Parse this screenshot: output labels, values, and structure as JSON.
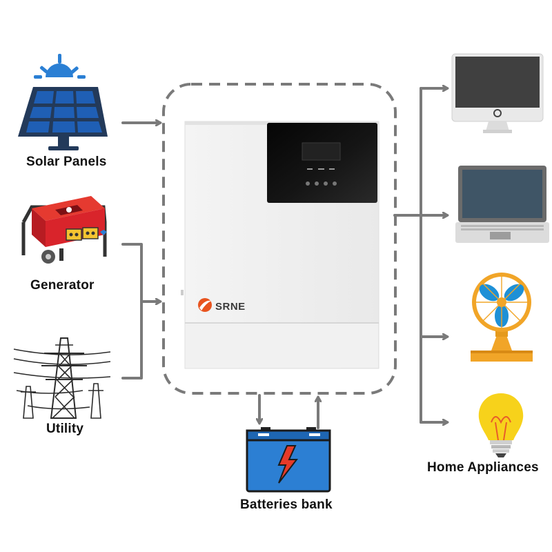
{
  "labels": {
    "solar": "Solar Panels",
    "generator": "Generator",
    "utility": "Utility",
    "battery": "Batteries bank",
    "home": "Home Appliances"
  },
  "inverter": {
    "brand": "SRNE"
  },
  "icons": {
    "solar": "solar-panel-icon",
    "generator": "generator-icon",
    "utility": "power-tower-icon",
    "inverter": "inverter-device",
    "battery": "battery-icon",
    "monitor": "desktop-monitor-icon",
    "laptop": "laptop-icon",
    "fan": "fan-icon",
    "bulb": "light-bulb-icon"
  },
  "colors": {
    "connector": "#7a7a7a",
    "dashed_border": "#7a7a7a",
    "solar_blue": "#1f5fb5",
    "sun_blue": "#2a7fd4",
    "generator_red": "#d9242b",
    "battery_blue": "#2c7fd3",
    "bolt": "#e53a28",
    "fan_orange": "#f1a528",
    "bulb_yellow": "#f7d21b",
    "logo_orange": "#e8541f"
  }
}
